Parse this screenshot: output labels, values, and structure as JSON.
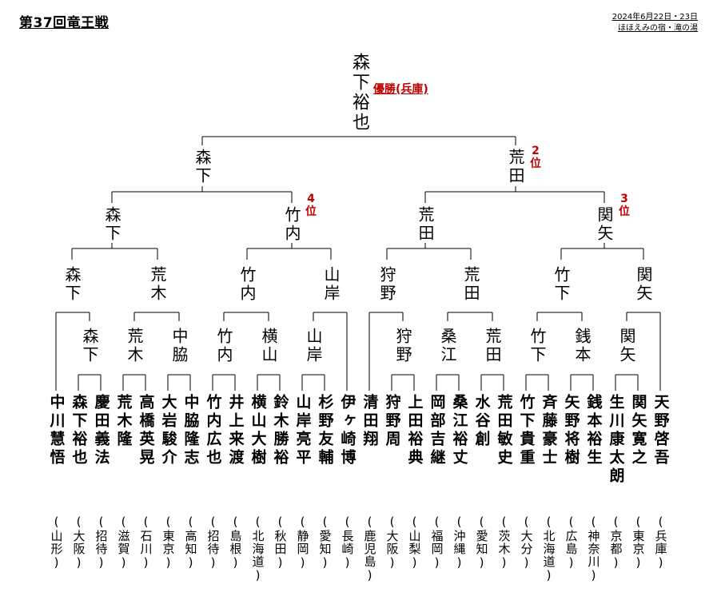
{
  "header": {
    "title": "第37回竜王戦",
    "date": "2024年6月22日・23日",
    "venue": "ほほえみの宿・滝の湯"
  },
  "champion": {
    "name": "森下裕也",
    "label": "優勝(兵庫)"
  },
  "final": [
    "森下",
    "荒田"
  ],
  "semifinal": [
    "森下",
    "竹内",
    "荒田",
    "関矢"
  ],
  "quarterfinal": [
    "森下",
    "荒木",
    "竹内",
    "山岸",
    "狩野",
    "荒田",
    "竹下",
    "関矢"
  ],
  "round3": [
    "森下",
    "荒木",
    "中脇",
    "竹内",
    "横山",
    "山岸",
    "狩野",
    "桑江",
    "荒田",
    "竹下",
    "銭本",
    "関矢"
  ],
  "ranks": {
    "second": "2位",
    "third": "3位",
    "fourth": "4位"
  },
  "players": [
    {
      "name": "中川慧悟",
      "pref": "(山形)"
    },
    {
      "name": "森下裕也",
      "pref": "(大阪)"
    },
    {
      "name": "慶田義法",
      "pref": "(招待)"
    },
    {
      "name": "荒木隆",
      "pref": "(滋賀)"
    },
    {
      "name": "高橋英晃",
      "pref": "(石川)"
    },
    {
      "name": "大岩駿介",
      "pref": "(東京)"
    },
    {
      "name": "中脇隆志",
      "pref": "(高知)"
    },
    {
      "name": "竹内広也",
      "pref": "(招待)"
    },
    {
      "name": "井上来渡",
      "pref": "(島根)"
    },
    {
      "name": "横山大樹",
      "pref": "(北海道)"
    },
    {
      "name": "鈴木勝裕",
      "pref": "(秋田)"
    },
    {
      "name": "山岸亮平",
      "pref": "(静岡)"
    },
    {
      "name": "杉野友輔",
      "pref": "(愛知)"
    },
    {
      "name": "伊ヶ崎博",
      "pref": "(長崎)"
    },
    {
      "name": "清田翔",
      "pref": "(鹿児島)"
    },
    {
      "name": "狩野周",
      "pref": "(大阪)"
    },
    {
      "name": "上田裕典",
      "pref": "(山梨)"
    },
    {
      "name": "岡部吉継",
      "pref": "(福岡)"
    },
    {
      "name": "桑江裕丈",
      "pref": "(沖縄)"
    },
    {
      "name": "水谷創",
      "pref": "(愛知)"
    },
    {
      "name": "荒田敏史",
      "pref": "(茨木)"
    },
    {
      "name": "竹下貴重",
      "pref": "(大分)"
    },
    {
      "name": "斉藤豪士",
      "pref": "(北海道)"
    },
    {
      "name": "矢野将樹",
      "pref": "(広島)"
    },
    {
      "name": "銭本裕生",
      "pref": "(神奈川)"
    },
    {
      "name": "生川康太朗",
      "pref": "(京都)"
    },
    {
      "name": "関矢寛之",
      "pref": "(東京)"
    },
    {
      "name": "天野啓吾",
      "pref": "(兵庫)"
    }
  ]
}
